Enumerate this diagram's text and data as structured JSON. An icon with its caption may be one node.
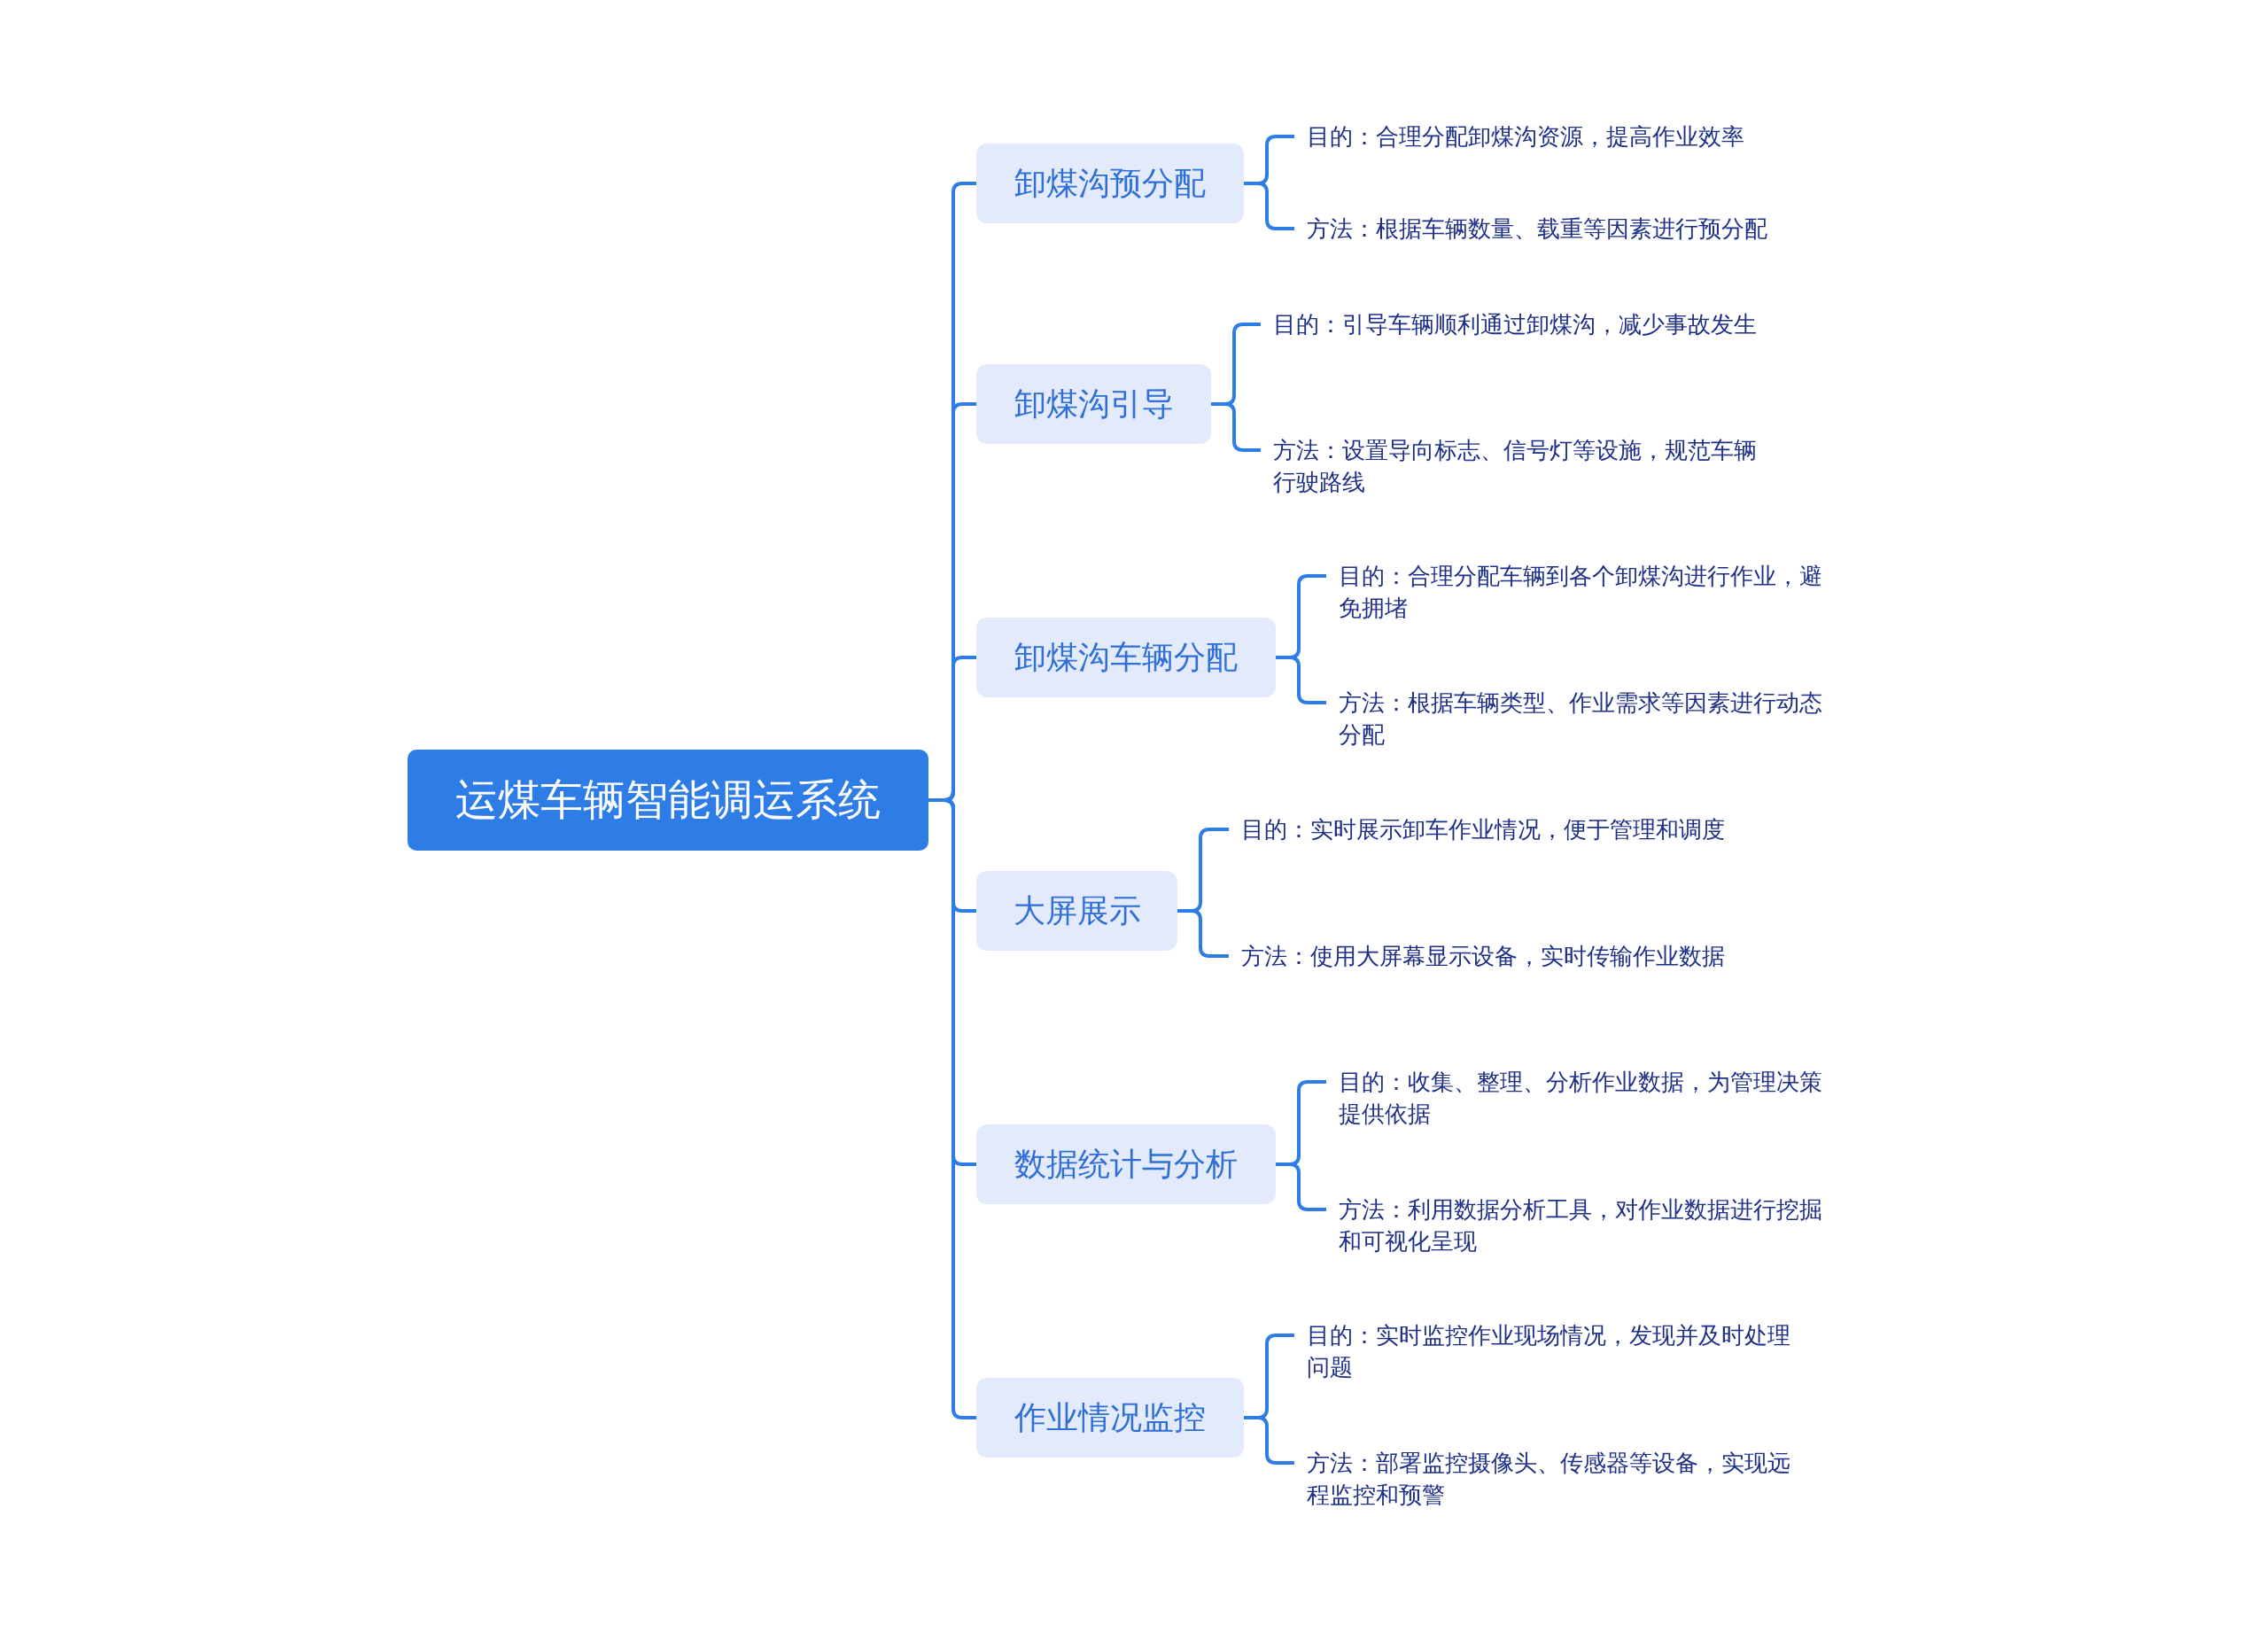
{
  "diagram": {
    "nodes": [
      {
        "text": [
          "运煤车辆智能调运系统"
        ]
      },
      {
        "text": [
          "卸煤沟预分配"
        ]
      },
      {
        "text": [
          "目的：合理分配卸煤沟资源，提高作业效率"
        ]
      },
      {
        "text": [
          "方法：根据车辆数量、载重等因素进行预分配"
        ]
      },
      {
        "text": [
          "卸煤沟引导"
        ]
      },
      {
        "text": [
          "目的：引导车辆顺利通过卸煤沟，减少事故发生"
        ]
      },
      {
        "text": [
          "方法：设置导向标志、信号灯等设施，规范车辆行驶路线"
        ]
      },
      {
        "text": [
          "卸煤沟车辆分配"
        ]
      },
      {
        "text": [
          "目的：合理分配车辆到各个卸煤沟进行作业，避免拥堵"
        ]
      },
      {
        "text": [
          "方法：根据车辆类型、作业需求等因素进行动态分配"
        ]
      },
      {
        "text": [
          "大屏展示"
        ]
      },
      {
        "text": [
          "目的：实时展示卸车作业情况，便于管理和调度"
        ]
      },
      {
        "text": [
          "方法：使用大屏幕显示设备，实时传输作业数据"
        ]
      },
      {
        "text": [
          "数据统计与分析"
        ]
      },
      {
        "text": [
          "目的：收集、整理、分析作业数据，为管理决策提供依据"
        ]
      },
      {
        "text": [
          "方法：利用数据分析工具，对作业数据进行挖掘和可视化呈现"
        ]
      },
      {
        "text": [
          "作业情况监控"
        ]
      },
      {
        "text": [
          "目的：实时监控作业现场情况，发现并及时处理问题"
        ]
      },
      {
        "text": [
          "方法：部署监控摄像头、传感器等设备，实现远程监控和预警"
        ]
      }
    ],
    "edges": [
      {
        "from": 0,
        "to": 1,
        "arrow": "none"
      },
      {
        "from": 1,
        "to": 2,
        "arrow": "none"
      },
      {
        "from": 1,
        "to": 3,
        "arrow": "none"
      },
      {
        "from": 0,
        "to": 4,
        "arrow": "none"
      },
      {
        "from": 4,
        "to": 5,
        "arrow": "none"
      },
      {
        "from": 4,
        "to": 6,
        "arrow": "none"
      },
      {
        "from": 0,
        "to": 7,
        "arrow": "none"
      },
      {
        "from": 7,
        "to": 8,
        "arrow": "none"
      },
      {
        "from": 7,
        "to": 9,
        "arrow": "none"
      },
      {
        "from": 0,
        "to": 10,
        "arrow": "none"
      },
      {
        "from": 10,
        "to": 11,
        "arrow": "none"
      },
      {
        "from": 10,
        "to": 12,
        "arrow": "none"
      },
      {
        "from": 0,
        "to": 13,
        "arrow": "none"
      },
      {
        "from": 13,
        "to": 14,
        "arrow": "none"
      },
      {
        "from": 13,
        "to": 15,
        "arrow": "none"
      },
      {
        "from": 0,
        "to": 16,
        "arrow": "none"
      },
      {
        "from": 16,
        "to": 17,
        "arrow": "none"
      },
      {
        "from": 16,
        "to": 18,
        "arrow": "none"
      }
    ]
  }
}
